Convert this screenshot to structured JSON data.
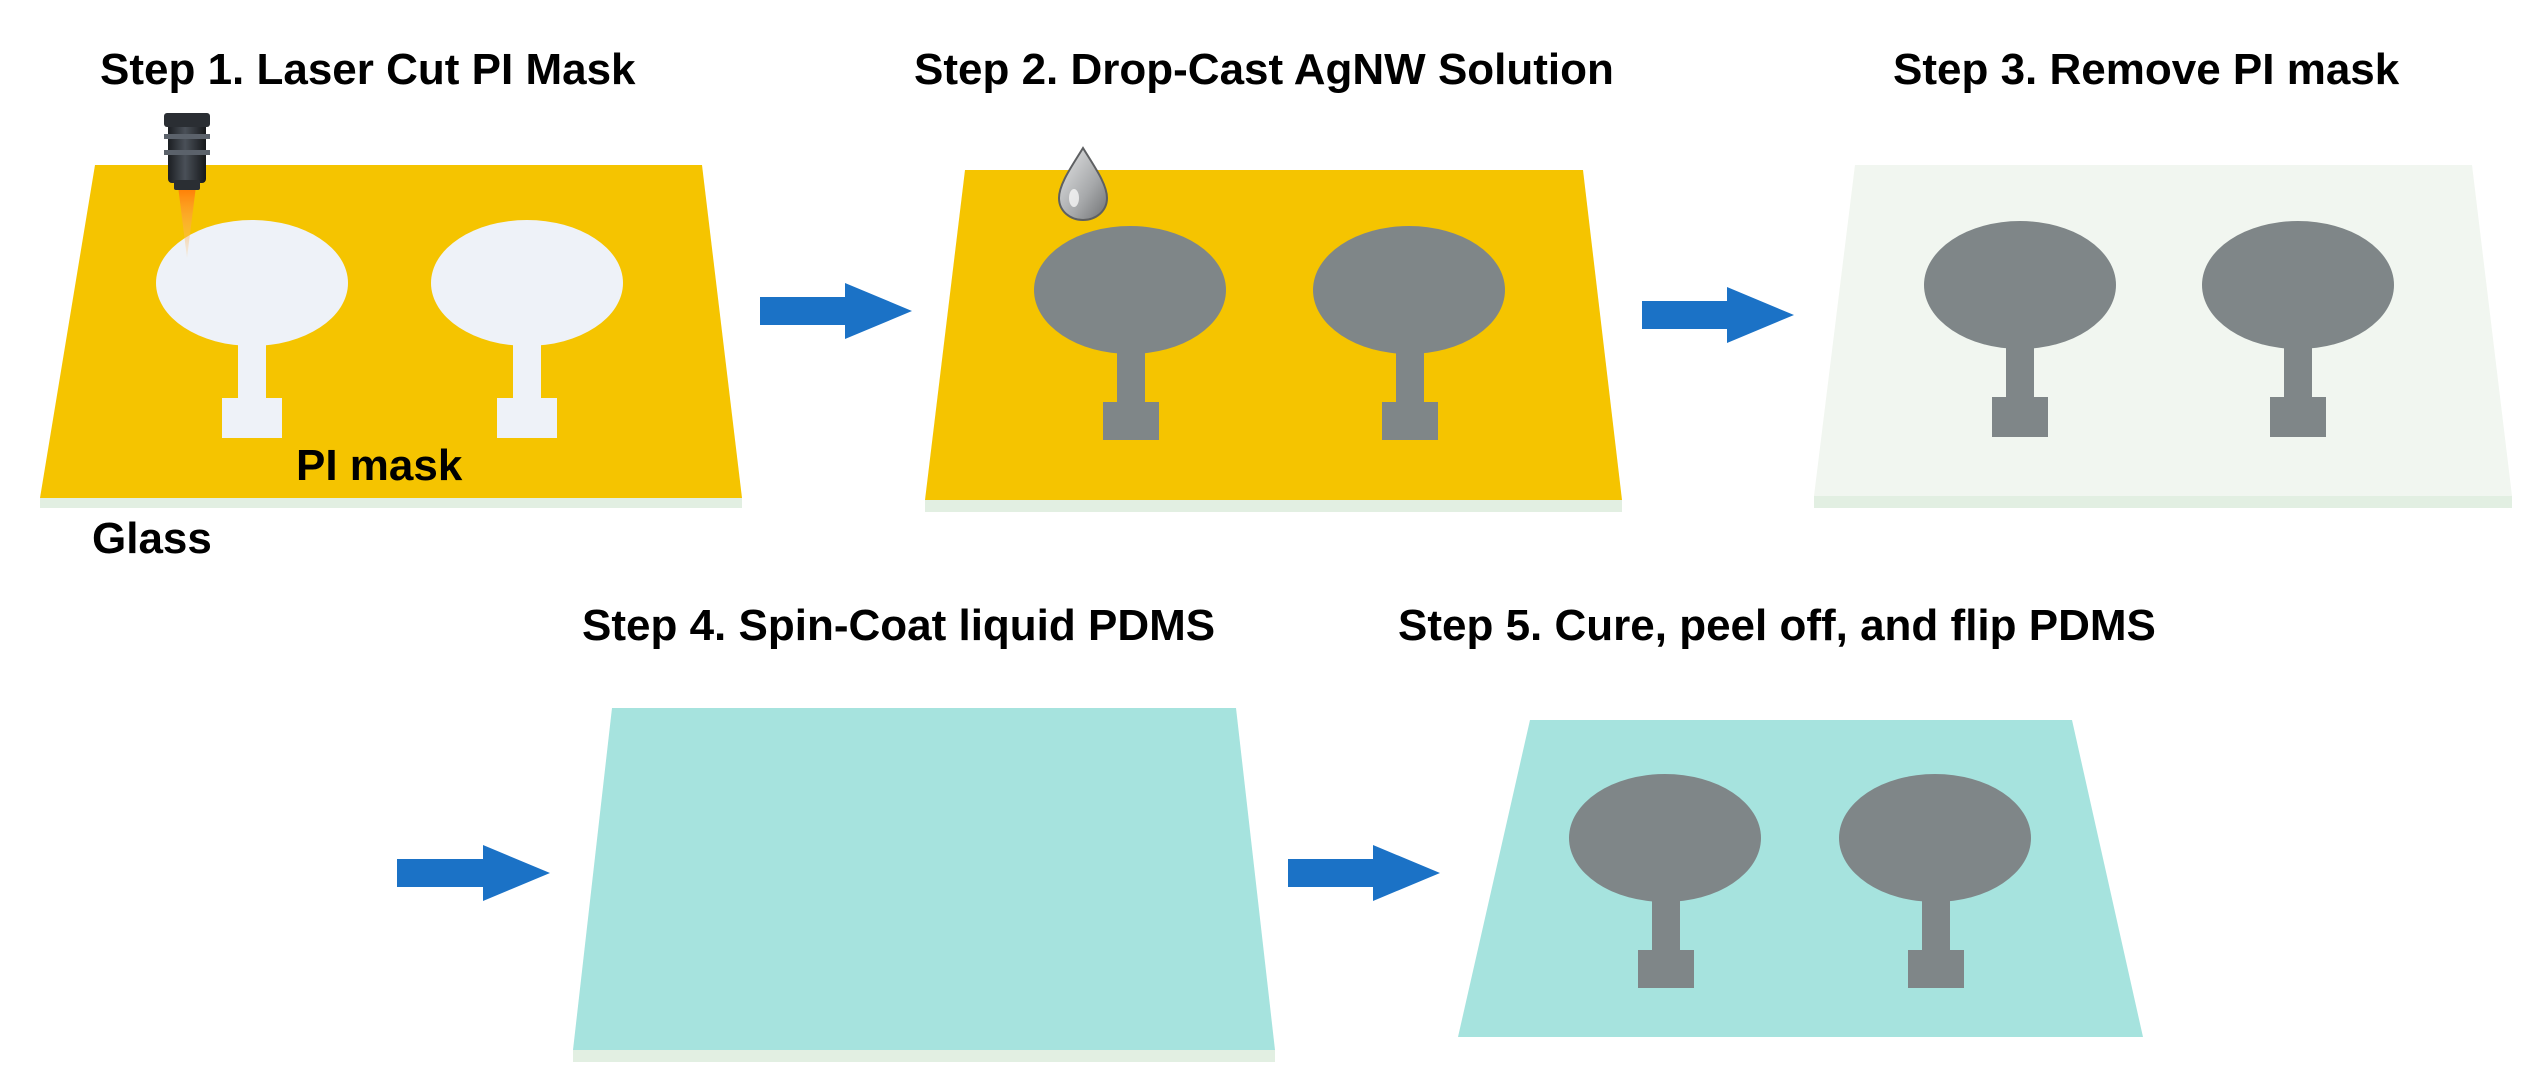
{
  "steps": [
    {
      "title": "Step 1. Laser Cut PI Mask"
    },
    {
      "title": "Step 2. Drop-Cast AgNW Solution"
    },
    {
      "title": "Step 3. Remove PI mask"
    },
    {
      "title": "Step 4. Spin-Coat liquid PDMS"
    },
    {
      "title": "Step 5. Cure, peel off, and flip PDMS"
    }
  ],
  "labels": {
    "pi_mask": "PI mask",
    "glass": "Glass"
  },
  "colors": {
    "pi_mask": "#f5c400",
    "glass": "#e2efe2",
    "glass_bare": "#f1f6f0",
    "agnw": "#7f8688",
    "cutout": "#eef2f8",
    "pdms": "#a6e3de",
    "arrow": "#1b72c6",
    "laser_beam": "#ff9a2e",
    "laser_body": "#2a2e33",
    "droplet": "#a7a9ab"
  },
  "icons": [
    "laser-cutter-icon",
    "droplet-icon",
    "arrow-right-icon"
  ]
}
